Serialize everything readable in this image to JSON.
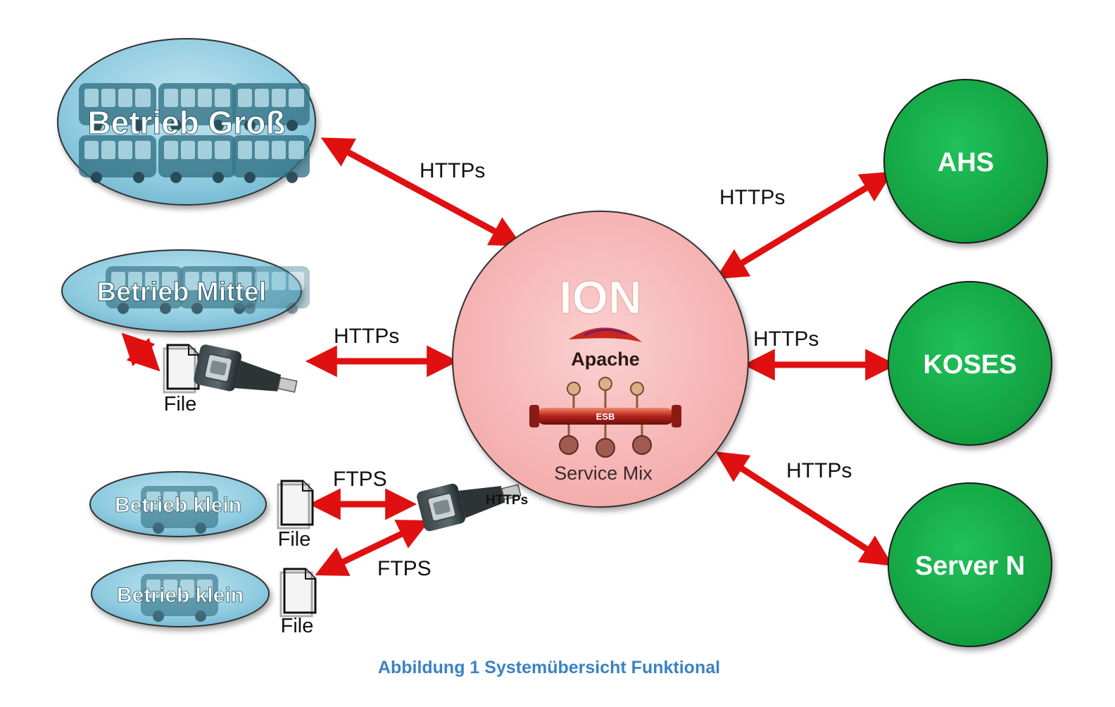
{
  "nodes": {
    "betrieb_gross": "Betrieb Groß",
    "betrieb_mittel": "Betrieb Mittel",
    "betrieb_klein_1": "Betrieb klein",
    "betrieb_klein_2": "Betrieb klein",
    "ion": "ION",
    "apache": "Apache",
    "esb": "ESB",
    "service_mix": "Service Mix",
    "ahs": "AHS",
    "koses": "KOSES",
    "server_n": "Server N"
  },
  "edges": {
    "gross_ion": "HTTPs",
    "mittel_ion": "HTTPs",
    "klein1_ftps": "FTPS",
    "klein2_ftps": "FTPS",
    "adapter_https": "HTTPs",
    "ion_ahs": "HTTPs",
    "ion_koses": "HTTPs",
    "ion_server_n": "HTTPs"
  },
  "files": {
    "mittel": "File",
    "klein_1": "File",
    "klein_2": "File"
  },
  "caption": "Abbildung 1 Systemübersicht Funktional",
  "colors": {
    "ellipse_fill": "#9fd4e4",
    "ion_fill": "#f7b9b9",
    "target_fill": "#16a845",
    "arrow": "#e01010",
    "caption": "#3b82c4"
  }
}
